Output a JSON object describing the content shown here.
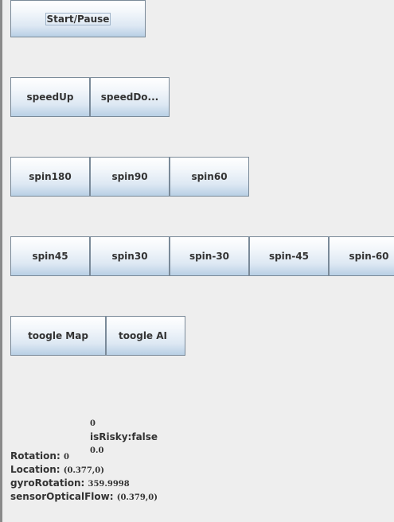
{
  "buttons": {
    "start_pause": "Start/Pause",
    "speed_up": "speedUp",
    "speed_down": "speedDo...",
    "spin180": "spin180",
    "spin90": "spin90",
    "spin60": "spin60",
    "spin45": "spin45",
    "spin30": "spin30",
    "spin_neg30": "spin-30",
    "spin_neg45": "spin-45",
    "spin_neg60": "spin-60",
    "toggle_map": "toogle Map",
    "toggle_ai": "toogle AI"
  },
  "status": {
    "value_top": "0",
    "is_risky_label": "isRisky:",
    "is_risky_value": "false",
    "value_bottom": "0.0",
    "rotation_label": "Rotation:",
    "rotation_value": "0",
    "location_label": "Location:",
    "location_value": "(0.377,0)",
    "gyro_label": "gyroRotation:",
    "gyro_value": "359.9998",
    "optical_label": "sensorOpticalFlow:",
    "optical_value": "(0.379,0)"
  }
}
